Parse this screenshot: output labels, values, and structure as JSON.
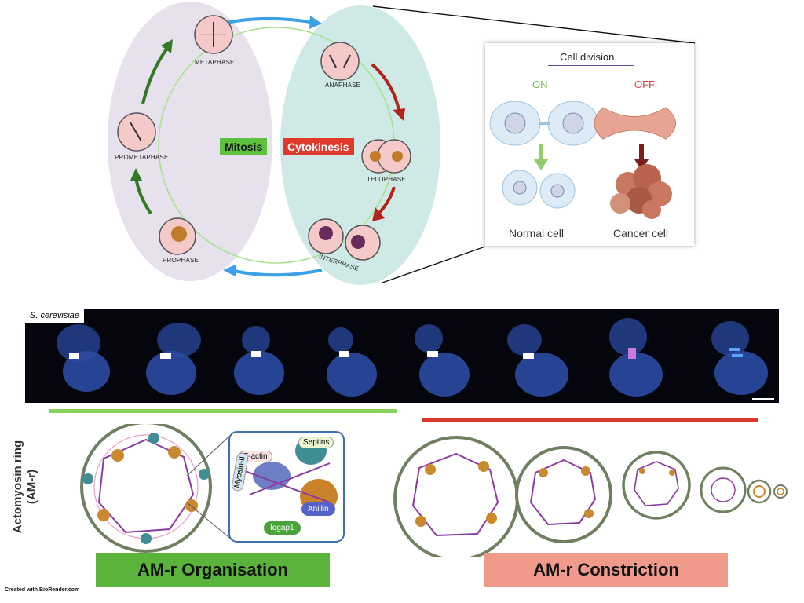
{
  "cycle": {
    "phases": [
      "METAPHASE",
      "ANAPHASE",
      "TELOPHASE",
      "INTERPHASE",
      "PROPHASE",
      "PROMETAPHASE"
    ],
    "mitosis_label": "Mitosis",
    "cytokinesis_label": "Cytokinesis",
    "colors": {
      "mitosis": "#5cc23e",
      "cytokinesis": "#e0392b",
      "arrow_green": "#2f7a22",
      "arrow_red": "#b3231a",
      "arrow_blue": "#3aa0e8"
    }
  },
  "inset": {
    "title": "Cell division",
    "on_label": "ON",
    "off_label": "OFF",
    "normal_label": "Normal cell",
    "cancer_label": "Cancer cell"
  },
  "microscopy": {
    "species": "S. cerevisiae",
    "frame_count": 8
  },
  "ring": {
    "axis_label_line1": "Actomyosin ring",
    "axis_label_line2": "(AM-r)",
    "components": [
      "F-actin",
      "Septins",
      "Myosin-II",
      "Iqgap1",
      "Anillin"
    ],
    "organisation_label": "AM-r Organisation",
    "constriction_label": "AM-r Constriction",
    "colors": {
      "organisation": "#5ab33a",
      "constriction": "#f09a8c",
      "green_line": "#88d15a",
      "red_line": "#d93a2a"
    }
  },
  "credit": "Created with BioRender.com"
}
